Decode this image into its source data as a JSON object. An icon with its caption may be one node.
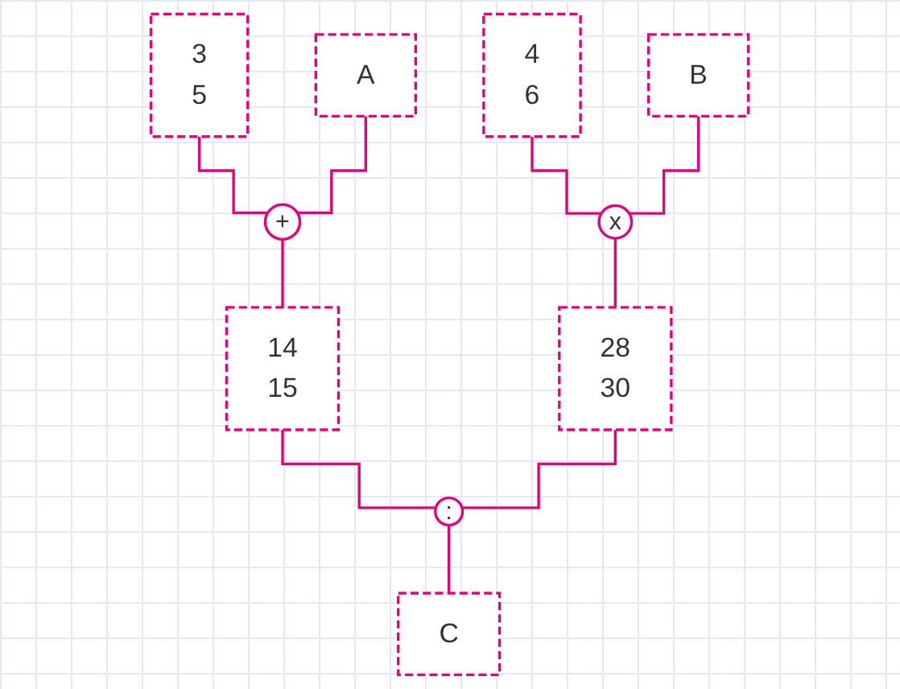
{
  "diagram": {
    "nodes": [
      {
        "text": [
          "3",
          "5"
        ]
      },
      {
        "text": [
          "A"
        ]
      },
      {
        "text": [
          "4",
          "6"
        ]
      },
      {
        "text": [
          "B"
        ]
      },
      {
        "text": [
          "+"
        ]
      },
      {
        "text": [
          "x"
        ]
      },
      {
        "text": [
          "14",
          "15"
        ]
      },
      {
        "text": [
          "28",
          "30"
        ]
      },
      {
        "text": [
          ":"
        ]
      },
      {
        "text": [
          "C"
        ]
      }
    ],
    "edges": [
      {
        "from": 0,
        "to": 4,
        "arrow": "none"
      },
      {
        "from": 1,
        "to": 4,
        "arrow": "none"
      },
      {
        "from": 2,
        "to": 5,
        "arrow": "none"
      },
      {
        "from": 3,
        "to": 5,
        "arrow": "none"
      },
      {
        "from": 4,
        "to": 6,
        "arrow": "none"
      },
      {
        "from": 5,
        "to": 7,
        "arrow": "none"
      },
      {
        "from": 6,
        "to": 8,
        "arrow": "none"
      },
      {
        "from": 7,
        "to": 8,
        "arrow": "none"
      },
      {
        "from": 8,
        "to": 9,
        "arrow": "none"
      }
    ]
  }
}
